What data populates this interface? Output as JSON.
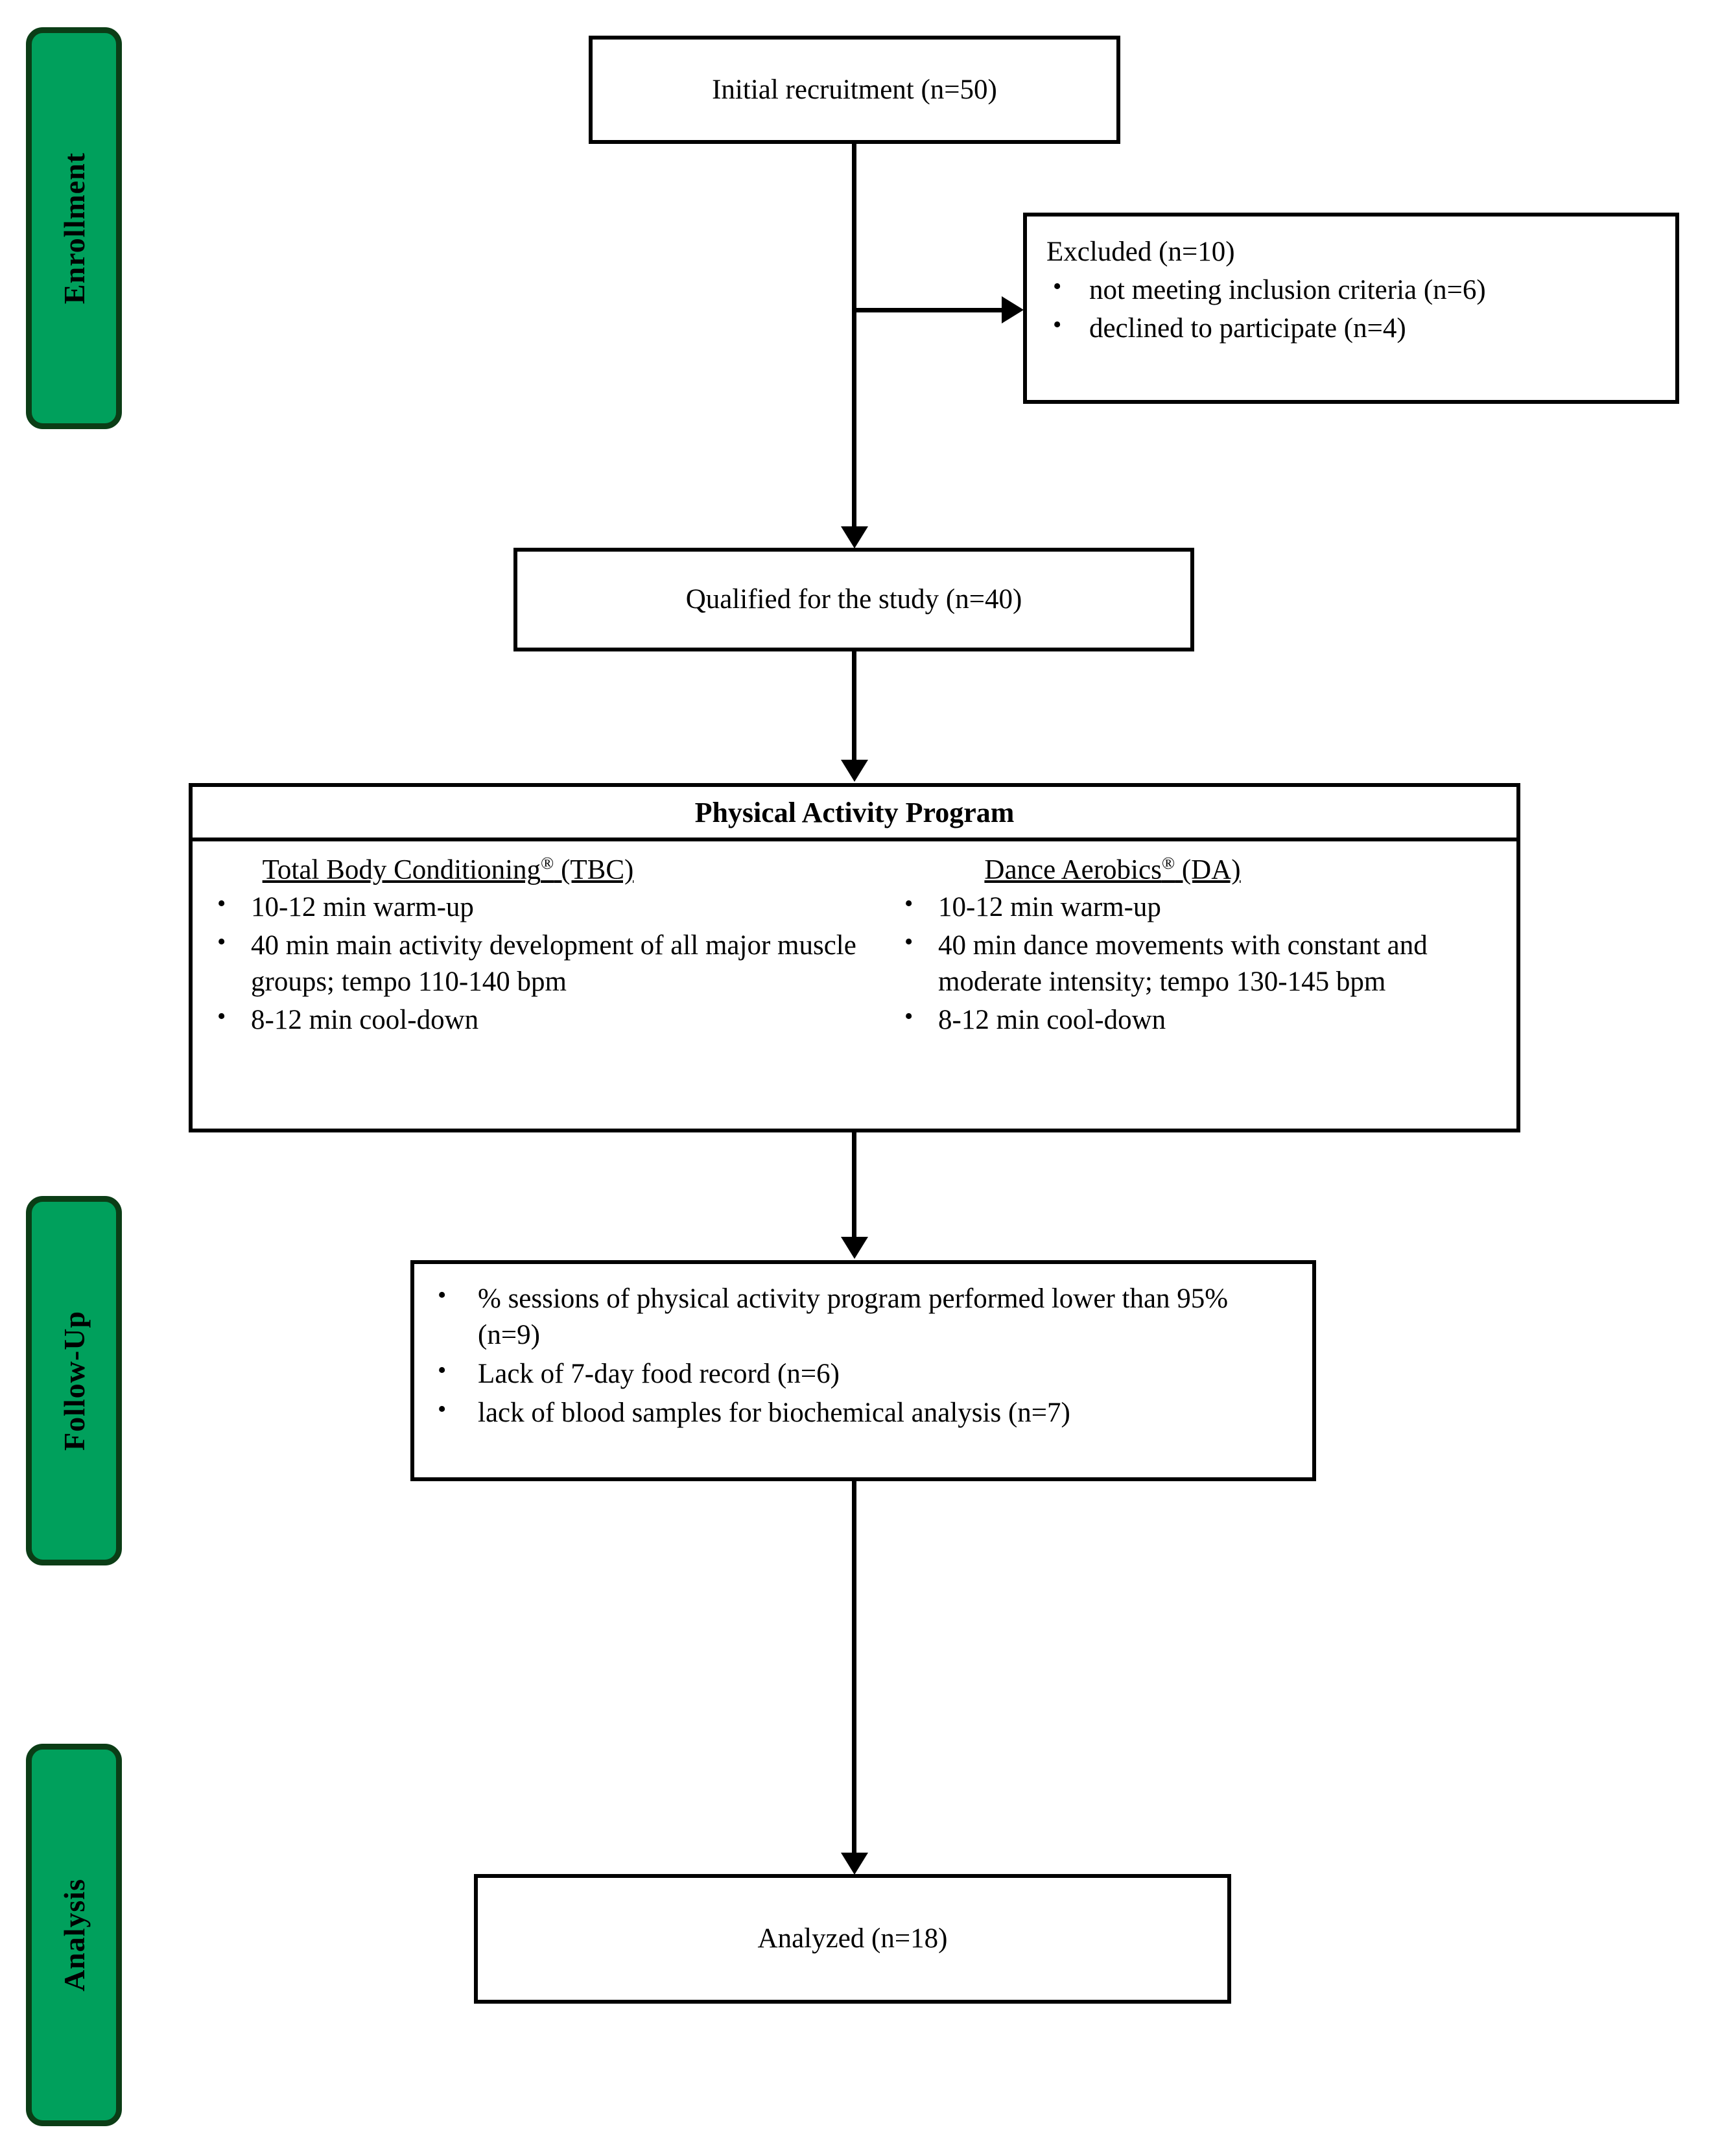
{
  "stages": [
    {
      "label": "Enrollment"
    },
    {
      "label": "Follow-Up"
    },
    {
      "label": "Analysis"
    }
  ],
  "nodes": {
    "initial_recruitment": {
      "text": "Initial recruitment (n=50)"
    },
    "excluded": {
      "title": "Excluded  (n=10)",
      "items": [
        "not meeting inclusion criteria (n=6)",
        "declined to participate (n=4)"
      ]
    },
    "qualified": {
      "text": "Qualified for the study (n=40)"
    },
    "program": {
      "header": "Physical Activity Program",
      "columns": [
        {
          "title_main": "Total Body Conditioning",
          "title_reg": "®",
          "title_suffix": " (TBC)",
          "items": [
            "10-12 min warm-up",
            "40 min main activity development of all major muscle groups; tempo 110-140 bpm",
            "8-12 min cool-down"
          ]
        },
        {
          "title_main": "Dance Aerobics",
          "title_reg": "®",
          "title_suffix": " (DA)",
          "items": [
            "10-12 min warm-up",
            "40 min dance movements with constant and moderate intensity; tempo 130-145 bpm",
            "8-12 min cool-down"
          ]
        }
      ]
    },
    "dropouts": {
      "items": [
        "% sessions of physical activity program performed lower than 95% (n=9)",
        "Lack of 7-day food record (n=6)",
        "lack of blood samples for biochemical analysis (n=7)"
      ]
    },
    "analyzed": {
      "text": "Analyzed  (n=18)"
    }
  },
  "colors": {
    "stage_fill": "#00a05c",
    "stage_border": "#0b3d16",
    "box_border": "#000000",
    "box_fill": "#ffffff",
    "text": "#000000"
  }
}
